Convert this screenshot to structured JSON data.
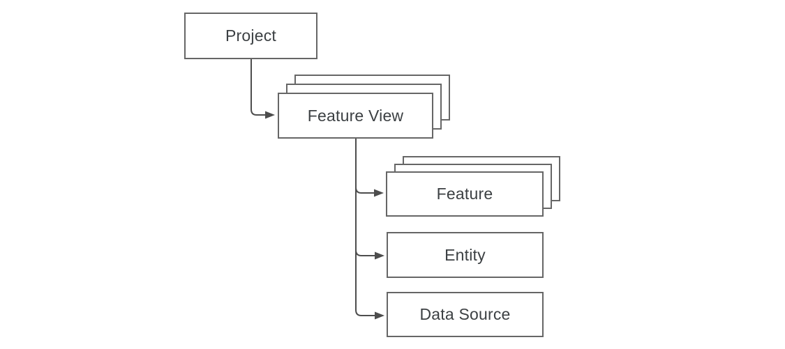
{
  "diagram": {
    "description": "Hierarchy diagram: a Project contains multiple Feature Views; each Feature View references Features, an Entity, and a Data Source",
    "nodes": [
      {
        "id": "project",
        "label": "Project",
        "stacked": false
      },
      {
        "id": "feature-view",
        "label": "Feature View",
        "stacked": true
      },
      {
        "id": "feature",
        "label": "Feature",
        "stacked": true
      },
      {
        "id": "entity",
        "label": "Entity",
        "stacked": false
      },
      {
        "id": "data-source",
        "label": "Data Source",
        "stacked": false
      }
    ],
    "edges": [
      {
        "from": "project",
        "to": "feature-view"
      },
      {
        "from": "feature-view",
        "to": "feature"
      },
      {
        "from": "feature-view",
        "to": "entity"
      },
      {
        "from": "feature-view",
        "to": "data-source"
      }
    ]
  },
  "colors": {
    "background": "#ffffff",
    "boxFill": "#ffffff",
    "boxBorder": "#666666",
    "connector": "#4d4d4d",
    "text": "#3c4043"
  }
}
